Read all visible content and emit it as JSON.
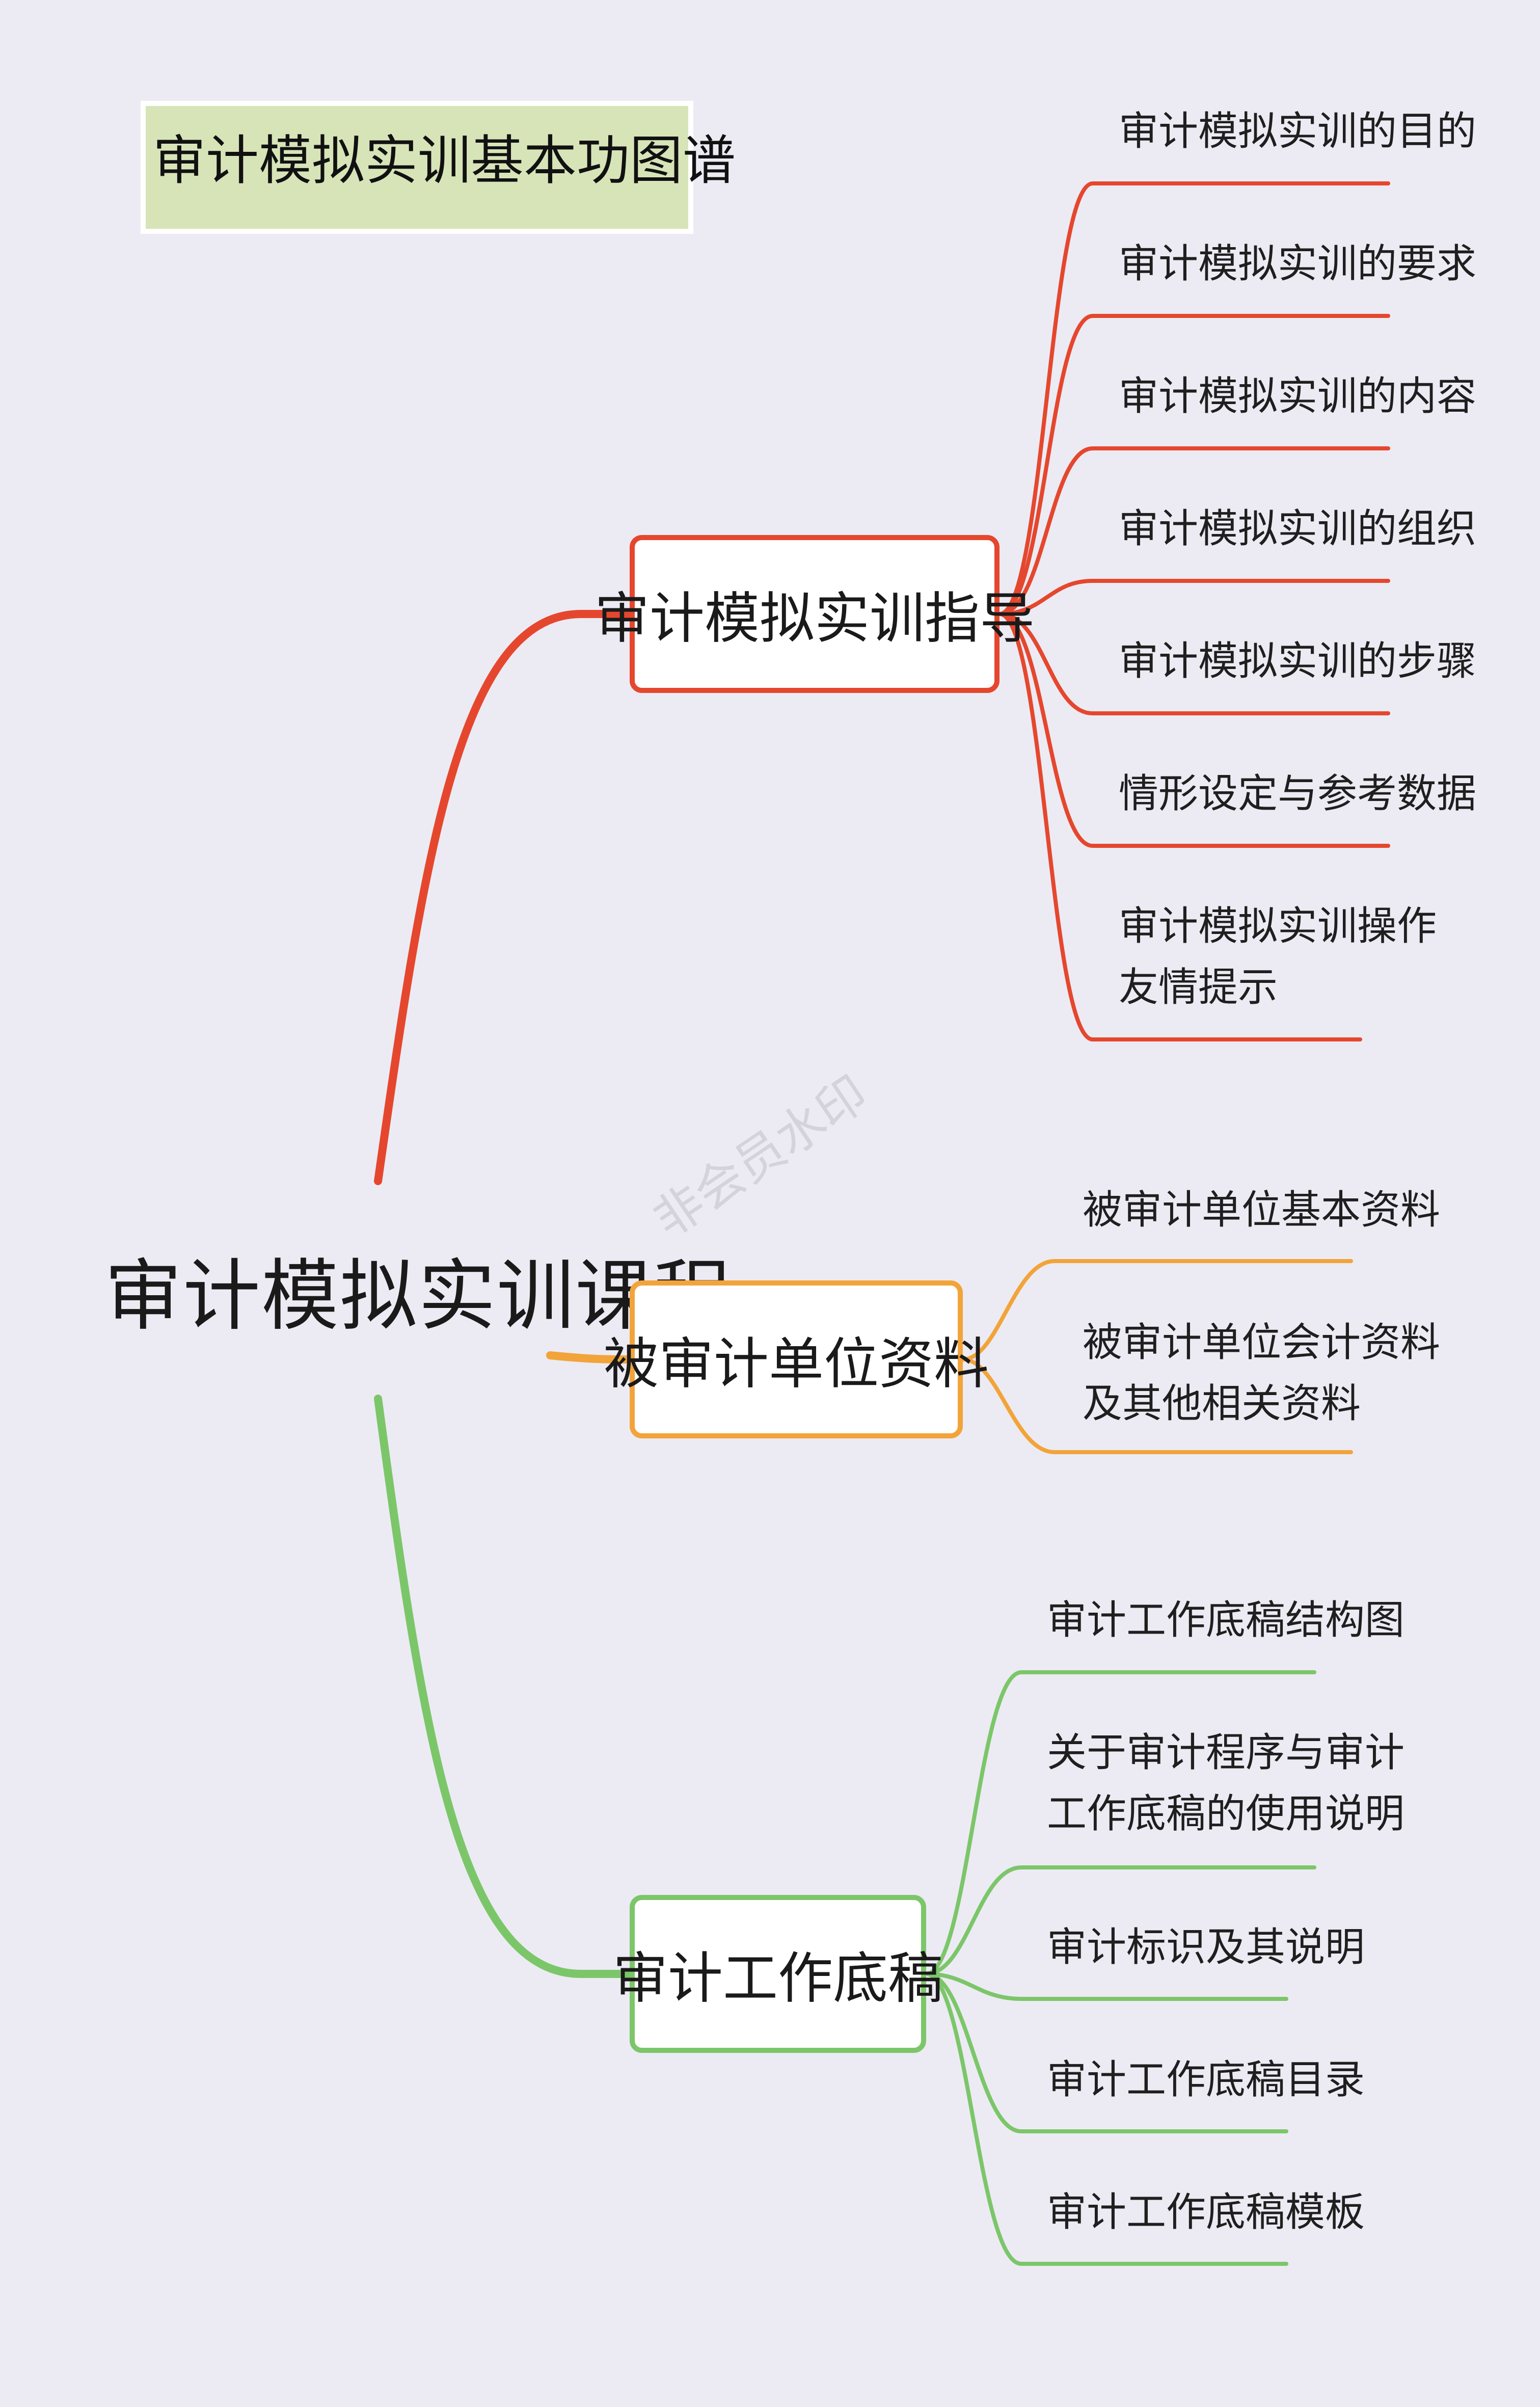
{
  "title": "审计模拟实训基本功图谱",
  "root": "审计模拟实训课程",
  "colors": {
    "background": "#ecebf3",
    "title_fill": "#d7e4b8",
    "branch_red": "#e5472e",
    "branch_orange": "#f2a43a",
    "branch_green": "#7cc66a"
  },
  "branches": [
    {
      "label": "审计模拟实训指导",
      "color": "#e5472e",
      "items": [
        "审计模拟实训的目的",
        "审计模拟实训的要求",
        "审计模拟实训的内容",
        "审计模拟实训的组织",
        "审计模拟实训的步骤",
        "情形设定与参考数据",
        [
          "审计模拟实训操作",
          "友情提示"
        ]
      ]
    },
    {
      "label": "被审计单位资料",
      "color": "#f2a43a",
      "items": [
        "被审计单位基本资料",
        [
          "被审计单位会计资料",
          "及其他相关资料"
        ]
      ]
    },
    {
      "label": "审计工作底稿",
      "color": "#7cc66a",
      "items": [
        "审计工作底稿结构图",
        [
          "关于审计程序与审计",
          "工作底稿的使用说明"
        ],
        "审计标识及其说明",
        "审计工作底稿目录",
        "审计工作底稿模板"
      ]
    }
  ],
  "watermark": "非会员水印"
}
